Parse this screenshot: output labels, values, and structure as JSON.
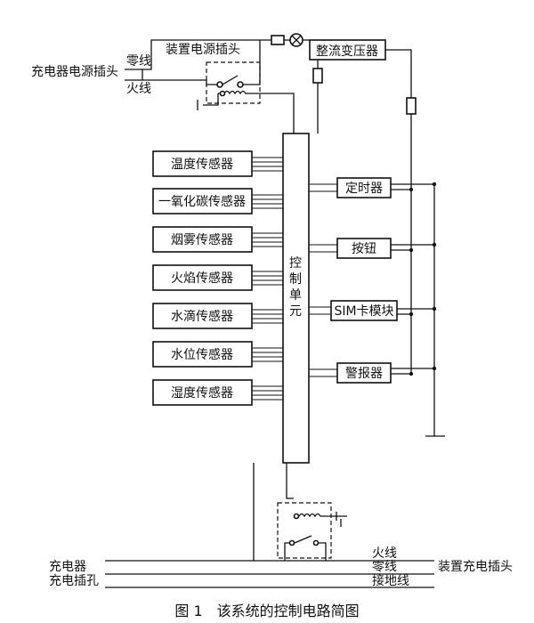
{
  "labels": {
    "device_power_plug": "装置电源插头",
    "charger_power_plug": "充电器电源插头",
    "neutral_top": "零线",
    "live_top": "火线",
    "rectifier_transformer": "整流变压器",
    "control_unit": [
      "控",
      "制",
      "单",
      "元"
    ],
    "live_bottom": "火线",
    "neutral_bottom": "零线",
    "ground_bottom": "接地线",
    "charger": "充电器",
    "charge_socket": "充电插孔",
    "device_charge_plug": "装置充电插头"
  },
  "sensors": [
    "温度传感器",
    "一氧化碳传感器",
    "烟雾传感器",
    "火焰传感器",
    "水滴传感器",
    "水位传感器",
    "湿度传感器"
  ],
  "modules": [
    "定时器",
    "按钮",
    "SIM卡模块",
    "警报器"
  ],
  "caption": "图 1　该系统的控制电路简图"
}
